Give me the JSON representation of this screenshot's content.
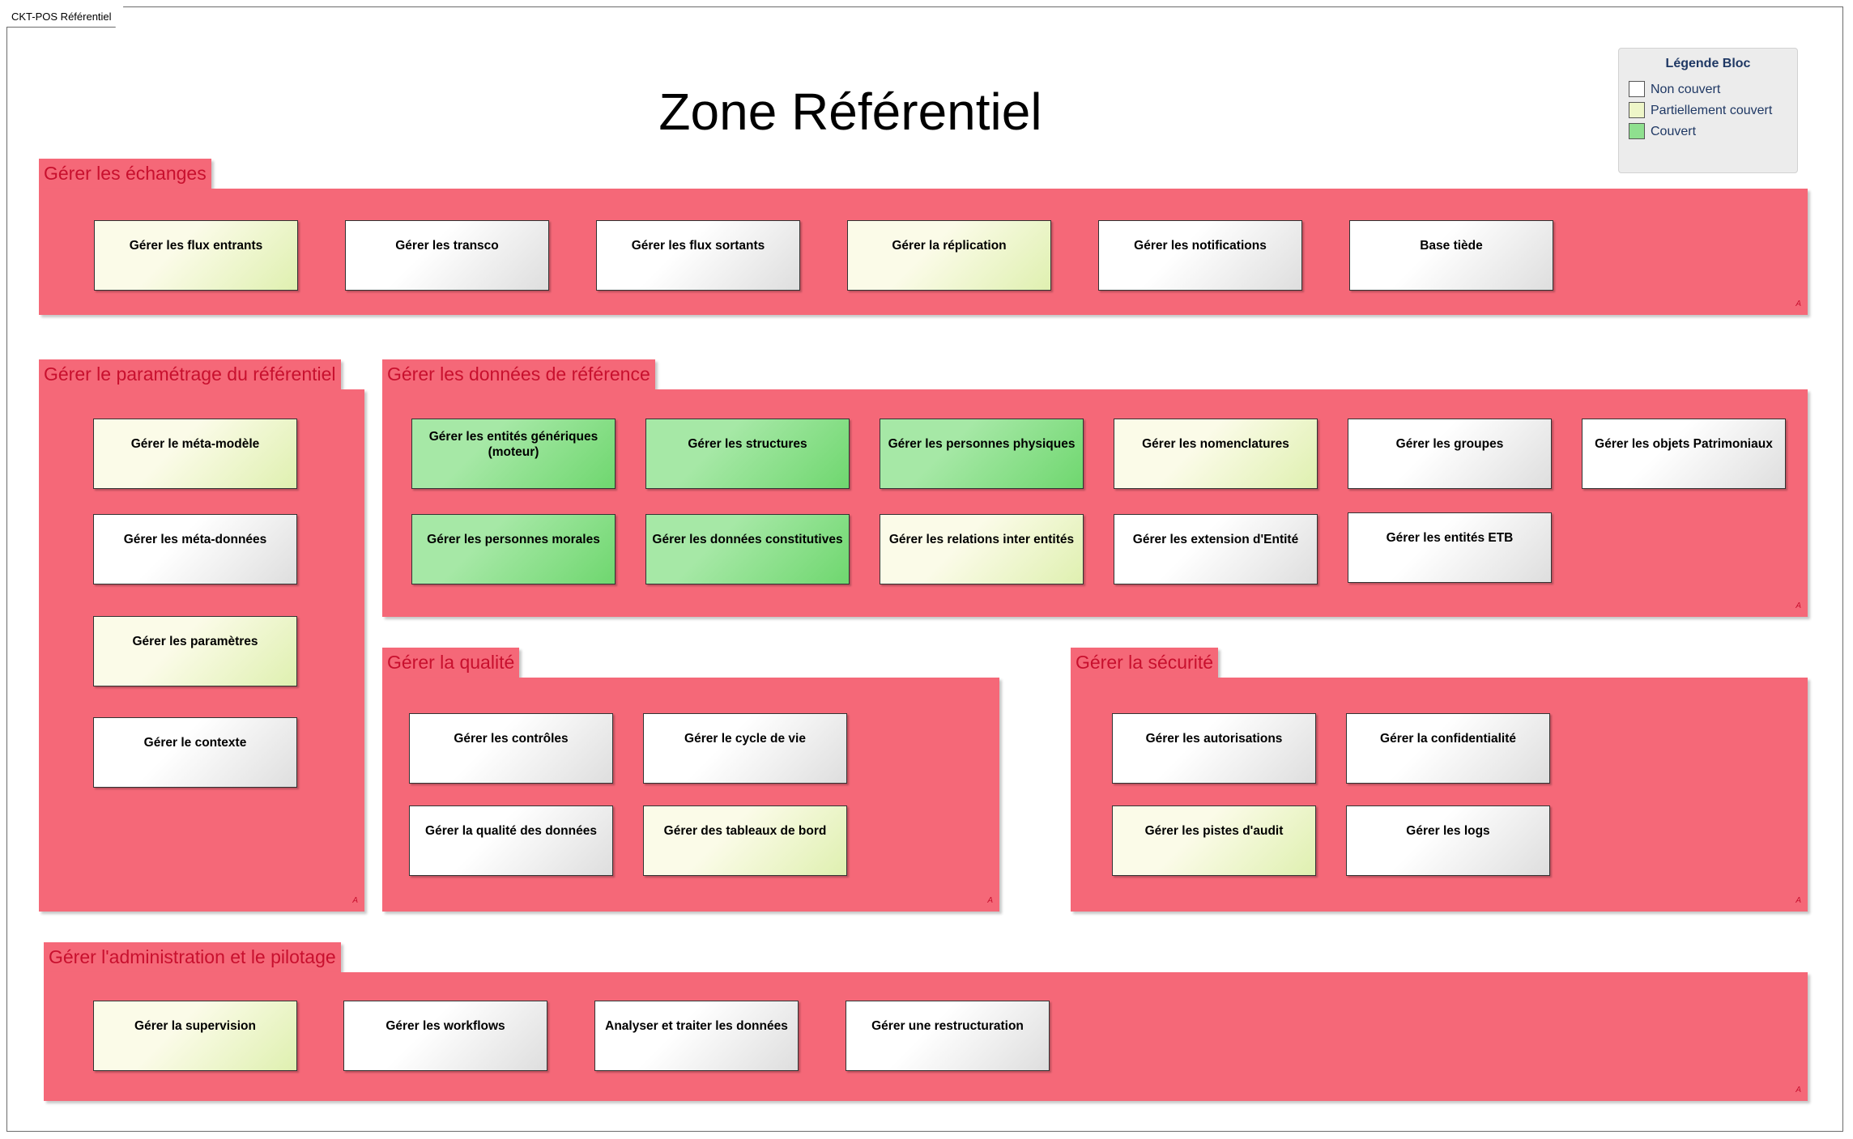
{
  "frame_label": "CKT-POS Référentiel",
  "title": "Zone Référentiel",
  "colors": {
    "group_fill": "#f56878",
    "group_text": "#c8102e",
    "non_couvert": "#ffffff",
    "partiellement_couvert": "#eef6c8",
    "couvert": "#8fe08f",
    "legend_text": "#1f3864"
  },
  "legend": {
    "title": "Légende Bloc",
    "items": [
      {
        "label": "Non couvert",
        "status": "non"
      },
      {
        "label": "Partiellement couvert",
        "status": "part"
      },
      {
        "label": "Couvert",
        "status": "cov"
      }
    ]
  },
  "group_marker": "A",
  "groups": [
    {
      "id": "echanges",
      "title": "Gérer les échanges",
      "blocks": [
        {
          "label": "Gérer les flux entrants",
          "status": "part"
        },
        {
          "label": "Gérer les transco",
          "status": "non"
        },
        {
          "label": "Gérer les flux sortants",
          "status": "non"
        },
        {
          "label": "Gérer la réplication",
          "status": "part"
        },
        {
          "label": "Gérer les notifications",
          "status": "non"
        },
        {
          "label": "Base tiède",
          "status": "non"
        }
      ]
    },
    {
      "id": "parametrage",
      "title": "Gérer le paramétrage du référentiel",
      "blocks": [
        {
          "label": "Gérer le méta-modèle",
          "status": "part"
        },
        {
          "label": "Gérer les méta-données",
          "status": "non"
        },
        {
          "label": "Gérer les paramètres",
          "status": "part"
        },
        {
          "label": "Gérer le contexte",
          "status": "non"
        }
      ]
    },
    {
      "id": "donnees",
      "title": "Gérer les données de référence",
      "blocks": [
        {
          "label": "Gérer les entités génériques (moteur)",
          "status": "cov"
        },
        {
          "label": "Gérer les structures",
          "status": "cov"
        },
        {
          "label": "Gérer les personnes physiques",
          "status": "cov"
        },
        {
          "label": "Gérer les nomenclatures",
          "status": "part"
        },
        {
          "label": "Gérer les groupes",
          "status": "non"
        },
        {
          "label": "Gérer les objets Patrimoniaux",
          "status": "non"
        },
        {
          "label": "Gérer les personnes morales",
          "status": "cov"
        },
        {
          "label": "Gérer les données constitutives",
          "status": "cov"
        },
        {
          "label": "Gérer les relations inter entités",
          "status": "part"
        },
        {
          "label": "Gérer les extension d'Entité",
          "status": "non"
        },
        {
          "label": "Gérer les entités ETB",
          "status": "non"
        }
      ]
    },
    {
      "id": "qualite",
      "title": "Gérer la qualité",
      "blocks": [
        {
          "label": "Gérer les contrôles",
          "status": "non"
        },
        {
          "label": "Gérer le cycle de vie",
          "status": "non"
        },
        {
          "label": "Gérer la qualité des données",
          "status": "non"
        },
        {
          "label": "Gérer des tableaux de bord",
          "status": "part"
        }
      ]
    },
    {
      "id": "securite",
      "title": "Gérer la sécurité",
      "blocks": [
        {
          "label": "Gérer les autorisations",
          "status": "non"
        },
        {
          "label": "Gérer la confidentialité",
          "status": "non"
        },
        {
          "label": "Gérer les pistes d'audit",
          "status": "part"
        },
        {
          "label": "Gérer les logs",
          "status": "non"
        }
      ]
    },
    {
      "id": "administration",
      "title": "Gérer l'administration et le pilotage",
      "blocks": [
        {
          "label": "Gérer la supervision",
          "status": "part"
        },
        {
          "label": "Gérer les workflows",
          "status": "non"
        },
        {
          "label": "Analyser et traiter les données",
          "status": "non"
        },
        {
          "label": "Gérer une restructuration",
          "status": "non"
        }
      ]
    }
  ]
}
